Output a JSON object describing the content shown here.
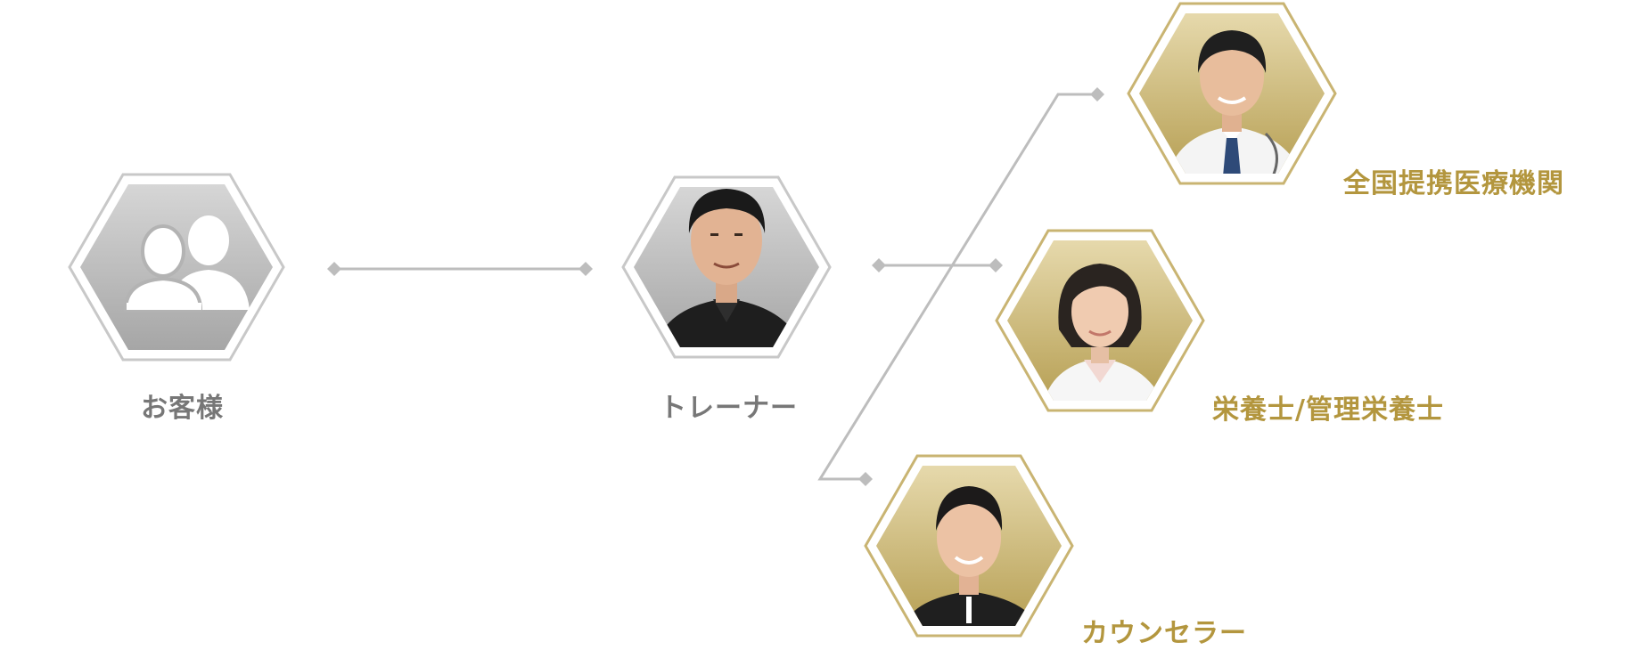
{
  "nodes": {
    "customer": {
      "label": "お客様",
      "icon": "customers-icon"
    },
    "trainer": {
      "label": "トレーナー",
      "icon": "trainer-portrait"
    },
    "medical": {
      "label": "全国提携医療機関",
      "icon": "doctor-portrait"
    },
    "nutritionist": {
      "label": "栄養士/管理栄養士",
      "icon": "nutritionist-portrait"
    },
    "counselor": {
      "label": "カウンセラー",
      "icon": "counselor-portrait"
    }
  },
  "colors": {
    "gray_border": "#c8c8c8",
    "gray_fill_top": "#d6d6d6",
    "gray_fill_bottom": "#a6a6a6",
    "gold_border": "#c9b472",
    "gold_fill_top": "#e6d9ac",
    "gold_fill_bottom": "#b7a055",
    "gold_text": "#b3963e",
    "gray_text": "#777777",
    "connector": "#bdbdbd"
  }
}
